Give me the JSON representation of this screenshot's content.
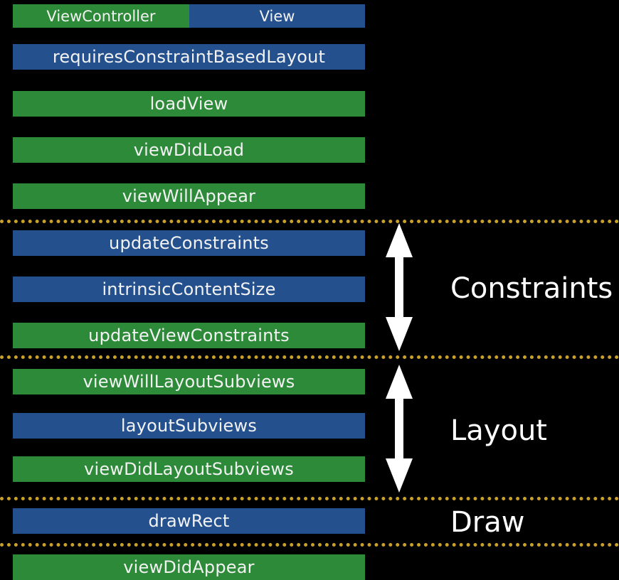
{
  "colors": {
    "view_controller": "#2d8a39",
    "view": "#24508e",
    "divider": "#c9a12a",
    "background": "#000000"
  },
  "legend": {
    "view_controller_label": "ViewController",
    "view_label": "View"
  },
  "methods": [
    {
      "name": "requiresConstraintBasedLayout",
      "owner": "view"
    },
    {
      "name": "loadView",
      "owner": "view_controller"
    },
    {
      "name": "viewDidLoad",
      "owner": "view_controller"
    },
    {
      "name": "viewWillAppear",
      "owner": "view_controller"
    },
    {
      "name": "updateConstraints",
      "owner": "view"
    },
    {
      "name": "intrinsicContentSize",
      "owner": "view"
    },
    {
      "name": "updateViewConstraints",
      "owner": "view_controller"
    },
    {
      "name": "viewWillLayoutSubviews",
      "owner": "view_controller"
    },
    {
      "name": "layoutSubviews",
      "owner": "view"
    },
    {
      "name": "viewDidLayoutSubviews",
      "owner": "view_controller"
    },
    {
      "name": "drawRect",
      "owner": "view"
    },
    {
      "name": "viewDidAppear",
      "owner": "view_controller"
    }
  ],
  "sections": {
    "constraints": "Constraints",
    "layout": "Layout",
    "draw": "Draw"
  }
}
